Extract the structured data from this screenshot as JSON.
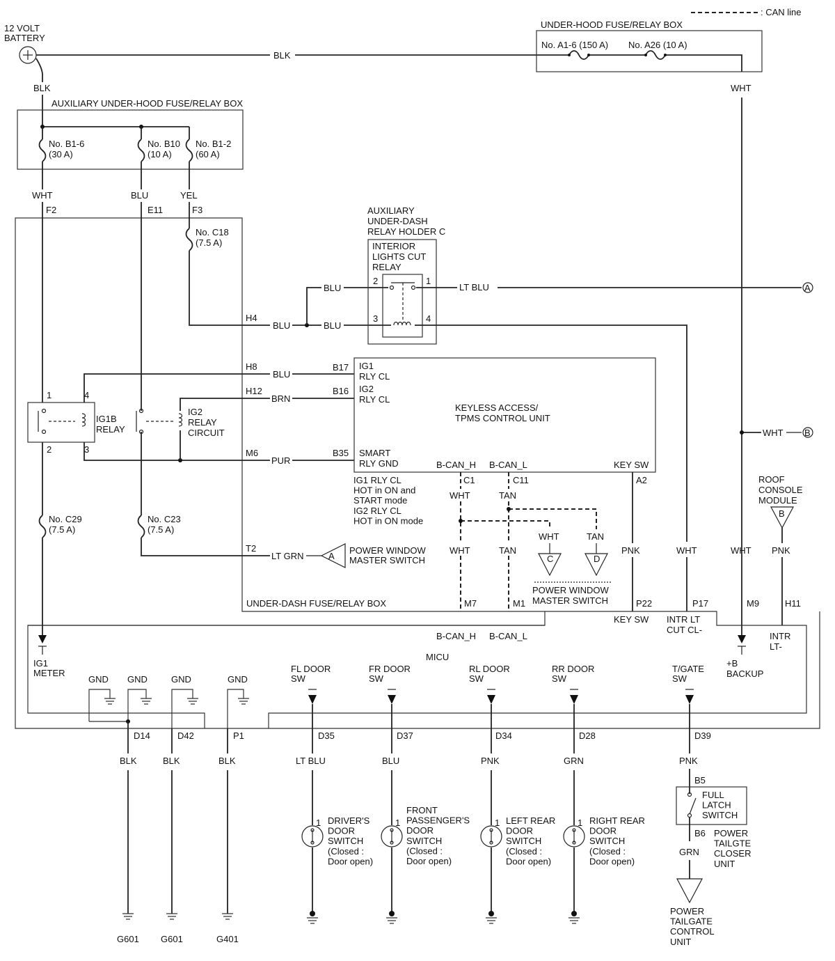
{
  "legend": {
    "can_line": ": CAN line"
  },
  "battery": {
    "label": "12 VOLT\nBATTERY"
  },
  "boxes": {
    "underhood": "UNDER-HOOD FUSE/RELAY BOX",
    "aux_underhood": "AUXILIARY UNDER-HOOD FUSE/RELAY BOX",
    "aux_underdash": "AUXILIARY\nUNDER-DASH\nRELAY HOLDER C",
    "underdash": "UNDER-DASH FUSE/RELAY BOX",
    "keyless": "KEYLESS ACCESS/\nTPMS CONTROL UNIT",
    "micu": "MICU"
  },
  "fuses": {
    "a1_6": "No. A1-6 (150 A)",
    "a26": "No. A26 (10 A)",
    "b1_6": "No. B1-6\n(30 A)",
    "b10": "No. B10\n(10 A)",
    "b1_2": "No. B1-2\n(60 A)",
    "c18": "No. C18\n(7.5 A)",
    "c29": "No. C29\n(7.5 A)",
    "c23": "No. C23\n(7.5 A)"
  },
  "relays": {
    "interior": "INTERIOR\nLIGHTS CUT\nRELAY",
    "ig1b": "IG1B\nRELAY",
    "ig2": "IG2\nRELAY\nCIRCUIT"
  },
  "wires": {
    "blk": "BLK",
    "wht": "WHT",
    "blu": "BLU",
    "yel": "YEL",
    "lt_blu": "LT BLU",
    "brn": "BRN",
    "pur": "PUR",
    "lt_grn": "LT GRN",
    "tan": "TAN",
    "pnk": "PNK",
    "grn": "GRN"
  },
  "pins": {
    "f2": "F2",
    "e11": "E11",
    "f3": "F3",
    "h4": "H4",
    "h8": "H8",
    "h12": "H12",
    "m6": "M6",
    "t2": "T2",
    "b17": "B17",
    "b16": "B16",
    "b35": "B35",
    "c1": "C1",
    "c11": "C11",
    "a2": "A2",
    "m7": "M7",
    "m1": "M1",
    "p22": "P22",
    "p17": "P17",
    "m9": "M9",
    "h11": "H11",
    "d14": "D14",
    "d42": "D42",
    "p1": "P1",
    "d35": "D35",
    "d37": "D37",
    "d34": "D34",
    "d28": "D28",
    "d39": "D39",
    "b5": "B5",
    "b6": "B6",
    "r1": "1",
    "r2": "2",
    "r3": "3",
    "r4": "4",
    "one": "1"
  },
  "keyless_pins": {
    "ig1_rly_cl": "IG1\nRLY CL",
    "ig2_rly_cl": "IG2\nRLY CL",
    "smart_rly_gnd": "SMART\nRLY GND",
    "b_can_h": "B-CAN_H",
    "b_can_l": "B-CAN_L",
    "key_sw": "KEY SW"
  },
  "notes": {
    "hot": "IG1 RLY CL\nHOT in ON and\nSTART mode\nIG2 RLY CL\nHOT in ON mode"
  },
  "connectors": {
    "a": "A",
    "b": "B",
    "c": "C",
    "d": "D",
    "pwms": "POWER WINDOW\nMASTER SWITCH",
    "pwms2": "POWER WINDOW\nMASTER SWITCH",
    "roof": "ROOF\nCONSOLE\nMODULE"
  },
  "micu_pins": {
    "ig1_meter": "IG1\nMETER",
    "gnd": "GND",
    "fl": "FL DOOR\nSW",
    "fr": "FR DOOR\nSW",
    "rl": "RL DOOR\nSW",
    "rr": "RR DOOR\nSW",
    "tgate": "T/GATE\nSW",
    "b_backup": "+B\nBACKUP",
    "intr_lt": "INTR\nLT-",
    "key_sw": "KEY SW",
    "intr_cut": "INTR LT\nCUT CL-",
    "bcan_h": "B-CAN_H",
    "bcan_l": "B-CAN_L"
  },
  "switches": {
    "driver": "DRIVER'S\nDOOR\nSWITCH\n(Closed :\nDoor open)",
    "front_pass": "FRONT\nPASSENGER'S\nDOOR\nSWITCH\n(Closed :\nDoor open)",
    "left_rear": "LEFT REAR\nDOOR\nSWITCH\n(Closed :\nDoor open)",
    "right_rear": "RIGHT REAR\nDOOR\nSWITCH\n(Closed :\nDoor open)",
    "full_latch": "FULL\nLATCH\nSWITCH",
    "closer": "POWER\nTAILGTE\nCLOSER\nUNIT",
    "ptcu": "POWER\nTAILGATE\nCONTROL\nUNIT"
  },
  "grounds": {
    "g601a": "G601",
    "g601b": "G601",
    "g401": "G401"
  }
}
